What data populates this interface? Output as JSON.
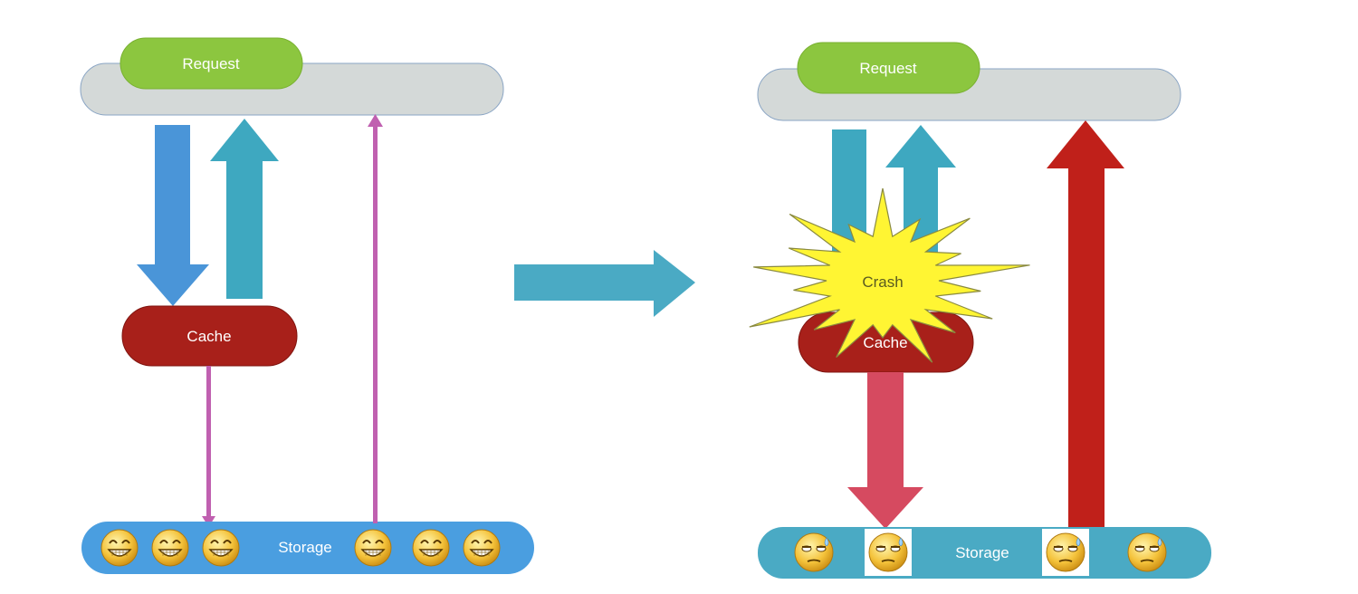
{
  "left_panel": {
    "request_label": "Request",
    "cache_label": "Cache",
    "storage_label": "Storage",
    "happy_faces": 6
  },
  "transition": {
    "arrow_icon": "right-arrow-icon"
  },
  "right_panel": {
    "request_label": "Request",
    "cache_label": "Cache",
    "crash_label": "Crash",
    "storage_label": "Storage",
    "tired_faces": 4
  },
  "colors": {
    "request_green": "#8cc63f",
    "request_bar_gray": "#d4d9d8",
    "cache_red": "#a8201a",
    "storage_blue_left": "#4a9ee0",
    "storage_blue_right": "#4aaac4",
    "arrow_blue": "#4a95d8",
    "arrow_teal": "#3ea8c0",
    "arrow_magenta": "#c060b0",
    "arrow_pink": "#d64a60",
    "arrow_darkred": "#c0201a",
    "crash_yellow": "#fff533"
  }
}
